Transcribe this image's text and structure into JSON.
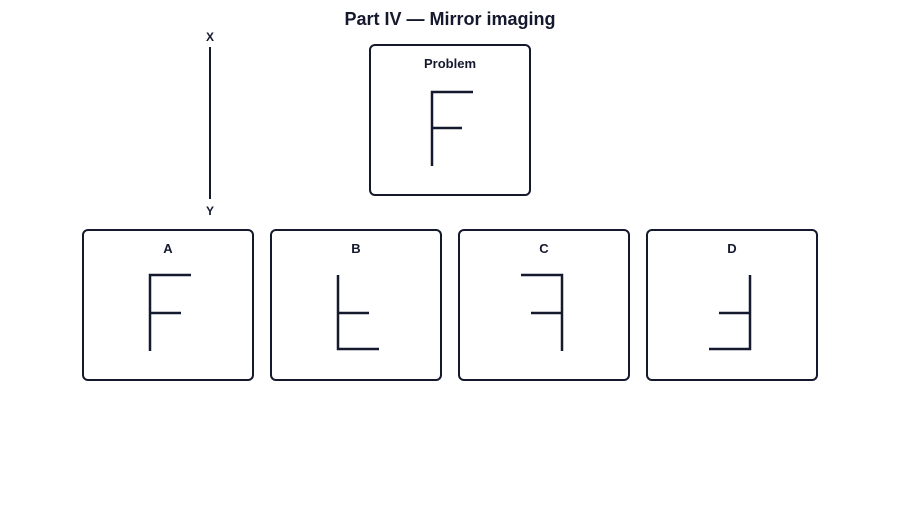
{
  "title": "Part IV — Mirror imaging",
  "mirror_line": {
    "top_label": "X",
    "bottom_label": "Y"
  },
  "problem": {
    "label": "Problem",
    "figure": "F"
  },
  "options": [
    {
      "label": "A",
      "figure": "F as-is"
    },
    {
      "label": "B",
      "figure": "F flipped vertically"
    },
    {
      "label": "C",
      "figure": "F mirrored horizontally"
    },
    {
      "label": "D",
      "figure": "F rotated 180 degrees"
    }
  ],
  "colors": {
    "ink": "#14192d",
    "background": "#ffffff"
  }
}
